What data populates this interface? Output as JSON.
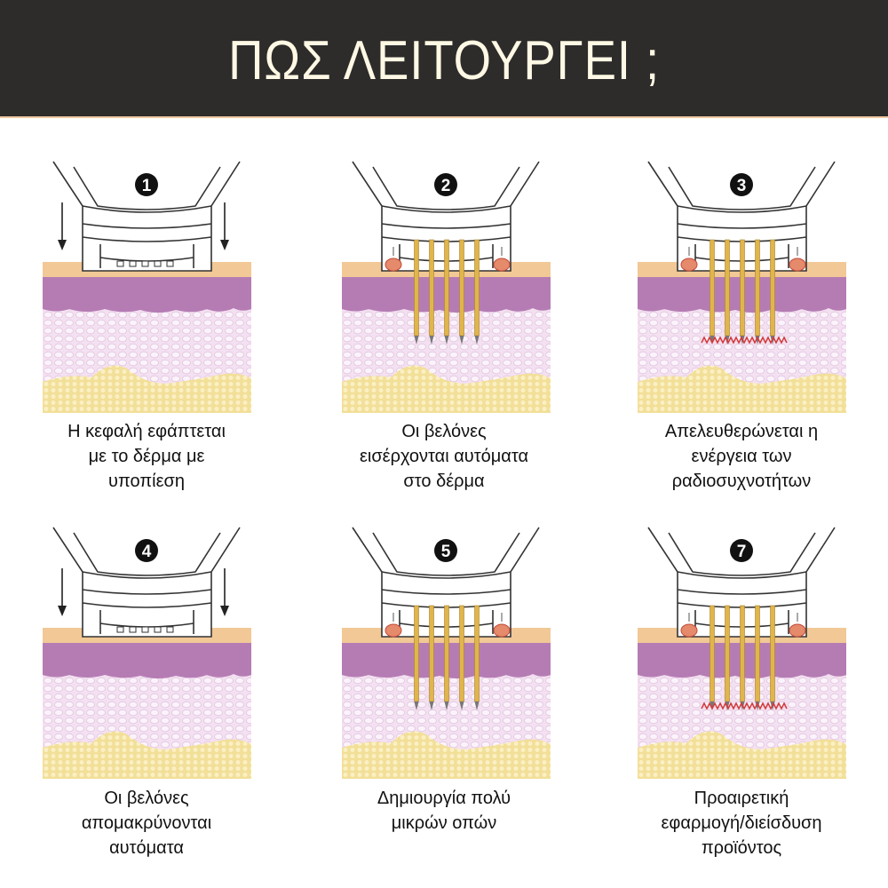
{
  "header": {
    "title": "ΠΩΣ ΛΕΙΤΟΥΡΓΕΙ ;"
  },
  "colors": {
    "header_bg": "#2d2c2b",
    "title": "#fff8e4",
    "skin_top": "#f1c896",
    "dermis": "#b57cb4",
    "cells": "#f3e0f0",
    "fat": "#f2df98",
    "needle": "#e0b54c",
    "rf": "#d23a3a"
  },
  "steps": [
    {
      "number": "1",
      "type": "press",
      "caption": [
        "Η κεφαλή εφάπτεται",
        "με το δέρμα με",
        "υποπίεση"
      ]
    },
    {
      "number": "2",
      "type": "needles",
      "caption": [
        "Οι βελόνες",
        "εισέρχονται αυτόματα",
        "στο δέρμα"
      ]
    },
    {
      "number": "3",
      "type": "rf",
      "caption": [
        "Απελευθερώνεται η",
        "ενέργεια των",
        "ραδιοσυχνοτήτων"
      ]
    },
    {
      "number": "4",
      "type": "press",
      "caption": [
        "Οι βελόνες",
        "απομακρύνονται",
        "αυτόματα"
      ]
    },
    {
      "number": "5",
      "type": "needles",
      "caption": [
        "Δημιουργία πολύ",
        "μικρών οπών"
      ]
    },
    {
      "number": "7",
      "type": "rf",
      "caption": [
        "Προαιρετική",
        "εφαρμογή/διείσδυση",
        "προϊόντος"
      ]
    }
  ]
}
